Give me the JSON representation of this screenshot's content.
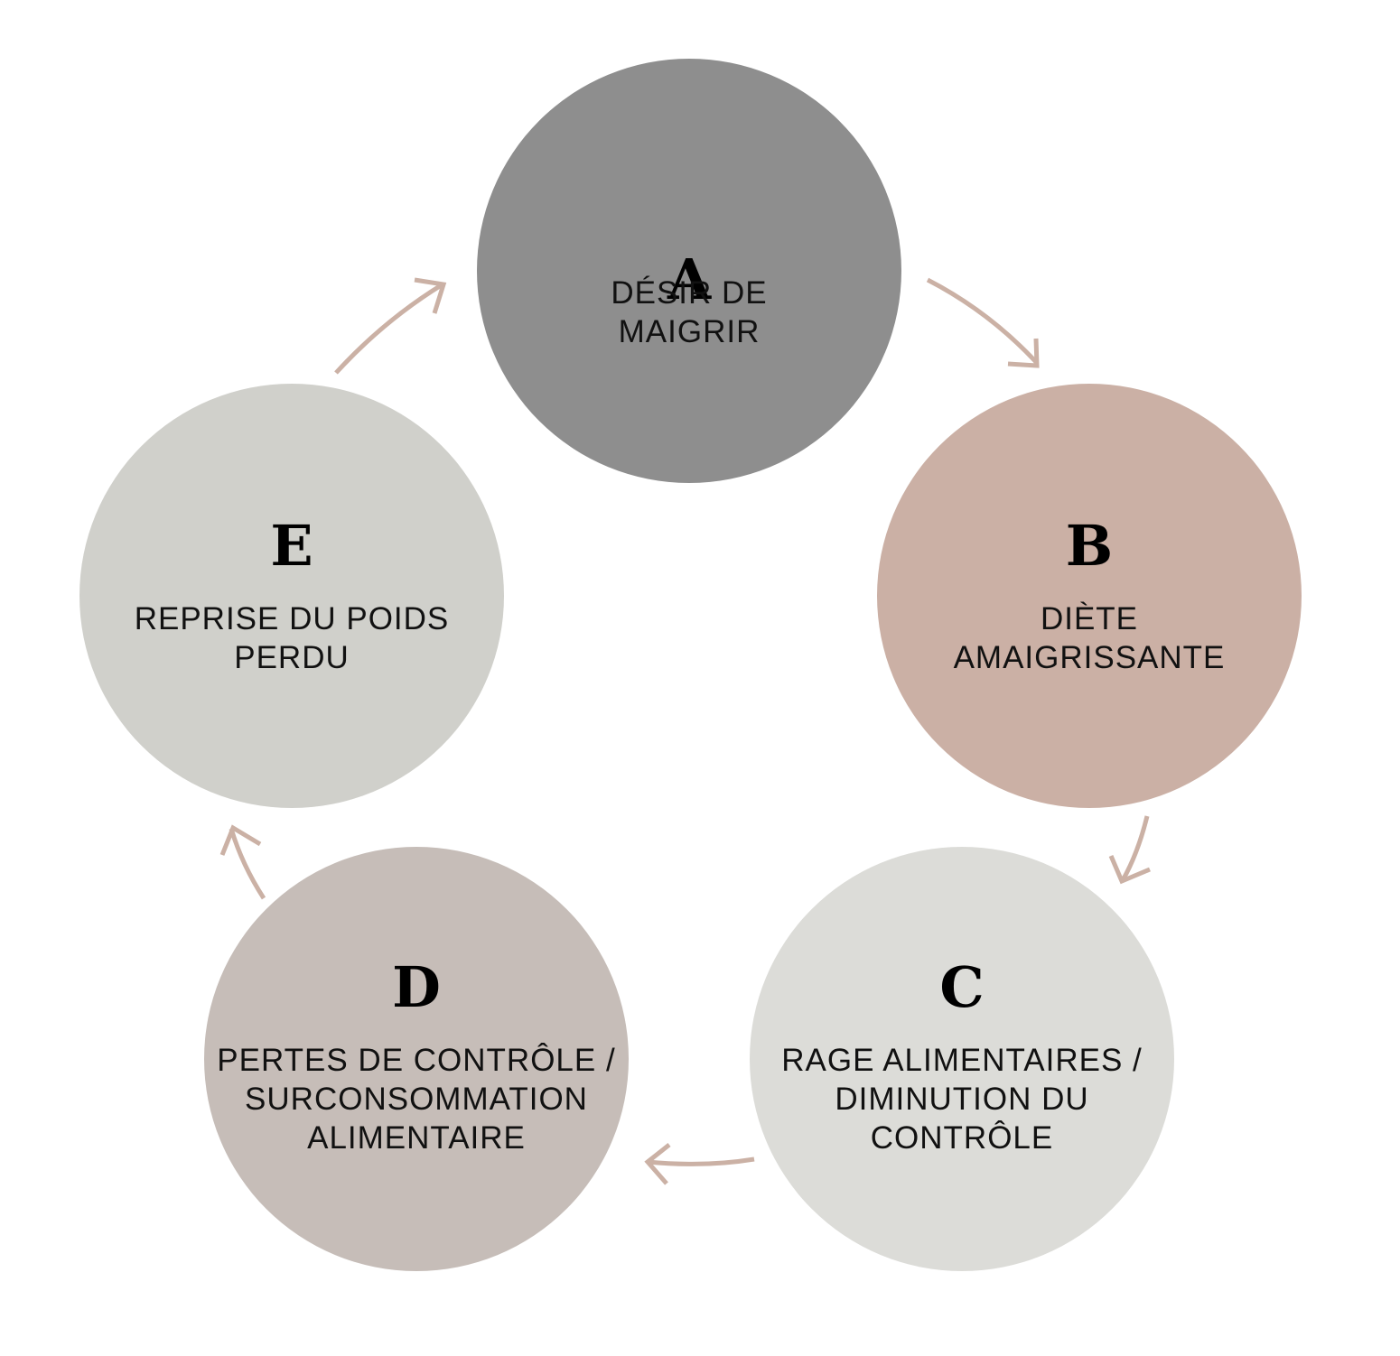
{
  "colors": {
    "arrow": "#cbb1a5"
  },
  "nodes": [
    {
      "id": "a",
      "letter": "A",
      "label": "DÉSIR DE\nMAIGRIR",
      "color": "#8e8e8e"
    },
    {
      "id": "b",
      "letter": "B",
      "label": "DIÈTE\nAMAIGRISSANTE",
      "color": "#cbb0a5"
    },
    {
      "id": "c",
      "letter": "C",
      "label": "RAGE ALIMENTAIRES /\nDIMINUTION DU\nCONTRÔLE",
      "color": "#dcdcd8"
    },
    {
      "id": "d",
      "letter": "D",
      "label": "PERTES DE CONTRÔLE /\nSURCONSOMMATION\nALIMENTAIRE",
      "color": "#c6bdb8"
    },
    {
      "id": "e",
      "letter": "E",
      "label": "REPRISE DU POIDS\nPERDU",
      "color": "#d0d0cb"
    }
  ]
}
